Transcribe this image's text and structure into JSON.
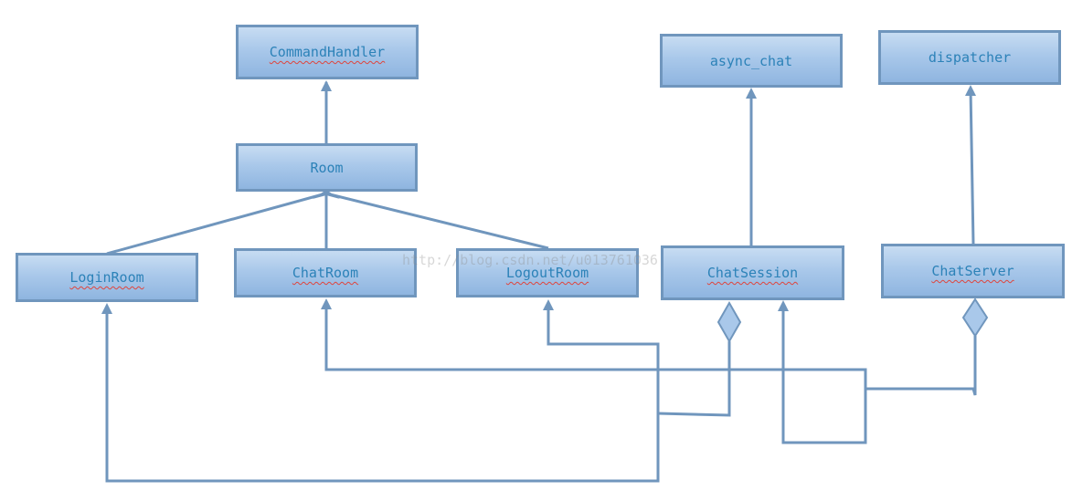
{
  "classes": {
    "command_handler": "CommandHandler",
    "room": "Room",
    "login_room": "LoginRoom",
    "chat_room": "ChatRoom",
    "logout_room": "LogoutRoom",
    "async_chat": "async_chat",
    "chat_session": "ChatSession",
    "dispatcher": "dispatcher",
    "chat_server": "ChatServer"
  },
  "watermark": "http://blog.csdn.net/u013761036",
  "colors": {
    "box_border": "#7096bd",
    "box_fill_top": "#c7dcf2",
    "box_fill_bottom": "#8fb5e0",
    "connector": "#7096bd",
    "label_text": "#2c82b8",
    "spell_underline": "#e0443c"
  }
}
